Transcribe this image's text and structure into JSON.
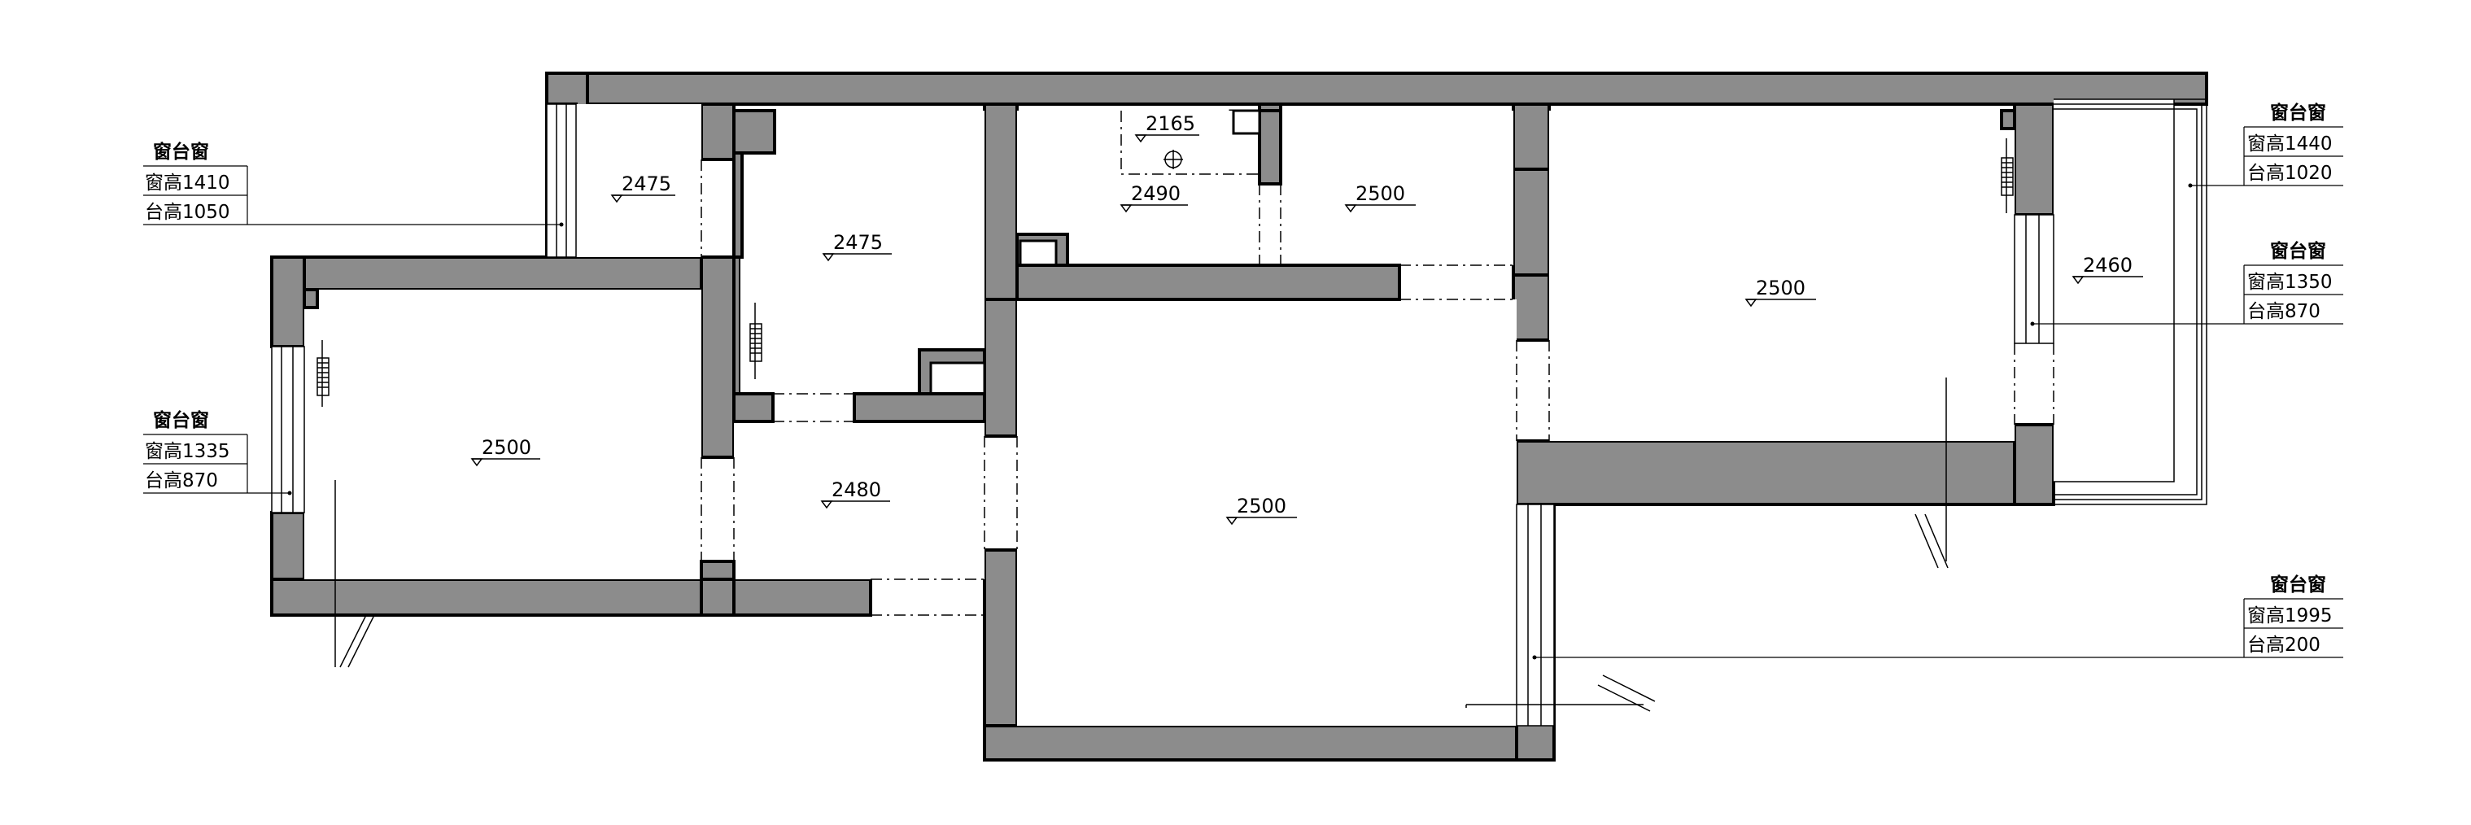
{
  "levels": [
    {
      "id": "bath-left",
      "value": "2475"
    },
    {
      "id": "kitchen",
      "value": "2475"
    },
    {
      "id": "toilet",
      "value": "2165"
    },
    {
      "id": "wc-room",
      "value": "2490"
    },
    {
      "id": "storage",
      "value": "2500"
    },
    {
      "id": "bedroom-left",
      "value": "2500"
    },
    {
      "id": "hall",
      "value": "2480"
    },
    {
      "id": "living",
      "value": "2500"
    },
    {
      "id": "bedroom-right",
      "value": "2500"
    },
    {
      "id": "balcony",
      "value": "2460"
    }
  ],
  "windows": [
    {
      "id": "top-left",
      "title": "窗台窗",
      "row1_label": "窗高",
      "row1_value": "1410",
      "row2_label": "台高",
      "row2_value": "1050"
    },
    {
      "id": "mid-left",
      "title": "窗台窗",
      "row1_label": "窗高",
      "row1_value": "1335",
      "row2_label": "台高",
      "row2_value": "870"
    },
    {
      "id": "top-right",
      "title": "窗台窗",
      "row1_label": "窗高",
      "row1_value": "1440",
      "row2_label": "台高",
      "row2_value": "1020"
    },
    {
      "id": "mid-right",
      "title": "窗台窗",
      "row1_label": "窗高",
      "row1_value": "1350",
      "row2_label": "台高",
      "row2_value": "870"
    },
    {
      "id": "bottom-right",
      "title": "窗台窗",
      "row1_label": "窗高",
      "row1_value": "1995",
      "row2_label": "台高",
      "row2_value": "200"
    }
  ]
}
